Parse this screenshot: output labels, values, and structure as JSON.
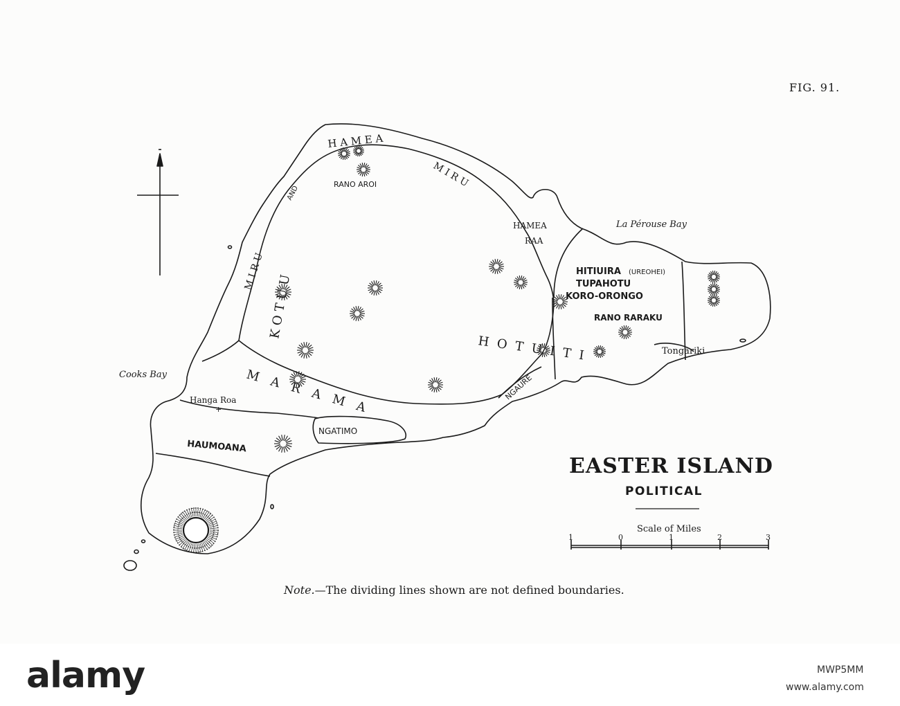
{
  "figure_label": "FIG. 91.",
  "title": "EASTER ISLAND",
  "subtitle": "POLITICAL",
  "scale": {
    "label": "Scale of Miles",
    "ticks": [
      "1",
      "0",
      "1",
      "2",
      "3"
    ]
  },
  "note": {
    "prefix": "Note.",
    "text": "—The dividing lines shown are not defined boundaries."
  },
  "place_labels": {
    "hamea_top": "H A M E A",
    "miru_top": "M I R U",
    "and_label": "AND",
    "miru_left": "M I R U",
    "rano_aroi": "RANO AROI",
    "kotuu": "K O T U U",
    "hamea_raa_1": "HAMEA",
    "hamea_raa_2": "RAA",
    "la_perouse_bay": "La Pérouse Bay",
    "hitiuira": "HITIUIRA",
    "ureohei": "(UREOHEI)",
    "tupahotu": "TUPAHOTU",
    "koro_orongo": "KORO-ORONGO",
    "rano_raraku": "RANO RARAKU",
    "hotuiti": "H O T U I T I",
    "tongariki": "Tongariki",
    "cooks_bay": "Cooks Bay",
    "marama": "M A R A M A",
    "hanga_roa": "Hanga Roa",
    "ngaure": "NGAURE",
    "ngatimo": "NGATIMO",
    "haumoana": "HAUMOANA"
  },
  "watermark": {
    "brand": "alamy",
    "image_id": "MWP5MM",
    "site": "www.alamy.com"
  },
  "icons": [
    "north-arrow-icon",
    "crater-icon"
  ],
  "colors": {
    "ink": "#1a1a1a",
    "paper": "#fcfcfb"
  }
}
